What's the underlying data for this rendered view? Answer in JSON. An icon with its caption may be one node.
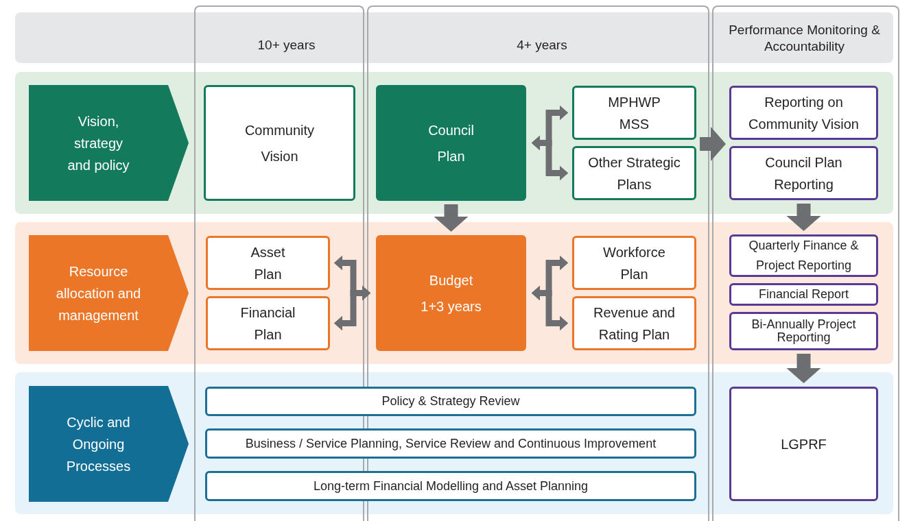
{
  "diagram": {
    "nodes": [
      {
        "text": [
          "Vision, strategy and policy"
        ]
      },
      {
        "text": [
          "Community Vision"
        ]
      },
      {
        "text": [
          "Council Plan"
        ]
      },
      {
        "text": [
          "MPHWP MSS"
        ]
      },
      {
        "text": [
          "Other Strategic Plans"
        ]
      },
      {
        "text": [
          "Reporting on Community Vision"
        ]
      },
      {
        "text": [
          "Council Plan Reporting"
        ]
      },
      {
        "text": [
          "Resource allocation and management"
        ]
      },
      {
        "text": [
          "Asset Plan"
        ]
      },
      {
        "text": [
          "Financial Plan"
        ]
      },
      {
        "text": [
          "Budget 1+3 years"
        ]
      },
      {
        "text": [
          "Workforce Plan"
        ]
      },
      {
        "text": [
          "Revenue and Rating Plan"
        ]
      },
      {
        "text": [
          "Quarterly Finance & Project Reporting"
        ]
      },
      {
        "text": [
          "Financial Report"
        ]
      },
      {
        "text": [
          "Bi-Annually Project Reporting"
        ]
      },
      {
        "text": [
          "Cyclic and Ongoing Processes"
        ]
      },
      {
        "text": [
          "Policy & Strategy Review"
        ]
      },
      {
        "text": [
          "Business / Service Planning, Service Review and Continuous Improvement"
        ]
      },
      {
        "text": [
          "Long-term Financial Modelling and Asset Planning"
        ]
      },
      {
        "text": [
          "LGPRF"
        ]
      }
    ],
    "edges": [
      {
        "from": 2,
        "to": 3,
        "arrow": "both"
      },
      {
        "from": 2,
        "to": 4,
        "arrow": "both"
      },
      {
        "from": 2,
        "to": 10,
        "arrow": "to",
        "style": "thick"
      },
      {
        "from": 3,
        "to": 5,
        "arrow": "to",
        "style": "thick"
      },
      {
        "from": 6,
        "to": 13,
        "arrow": "to",
        "style": "thick"
      },
      {
        "from": 10,
        "to": 8,
        "arrow": "both"
      },
      {
        "from": 10,
        "to": 9,
        "arrow": "both"
      },
      {
        "from": 10,
        "to": 11,
        "arrow": "both"
      },
      {
        "from": 10,
        "to": 12,
        "arrow": "both"
      },
      {
        "from": 15,
        "to": 20,
        "arrow": "to",
        "style": "thick"
      }
    ],
    "labels": [
      "10+ years",
      "4+ years",
      "Performance Monitoring & Accountability"
    ]
  }
}
